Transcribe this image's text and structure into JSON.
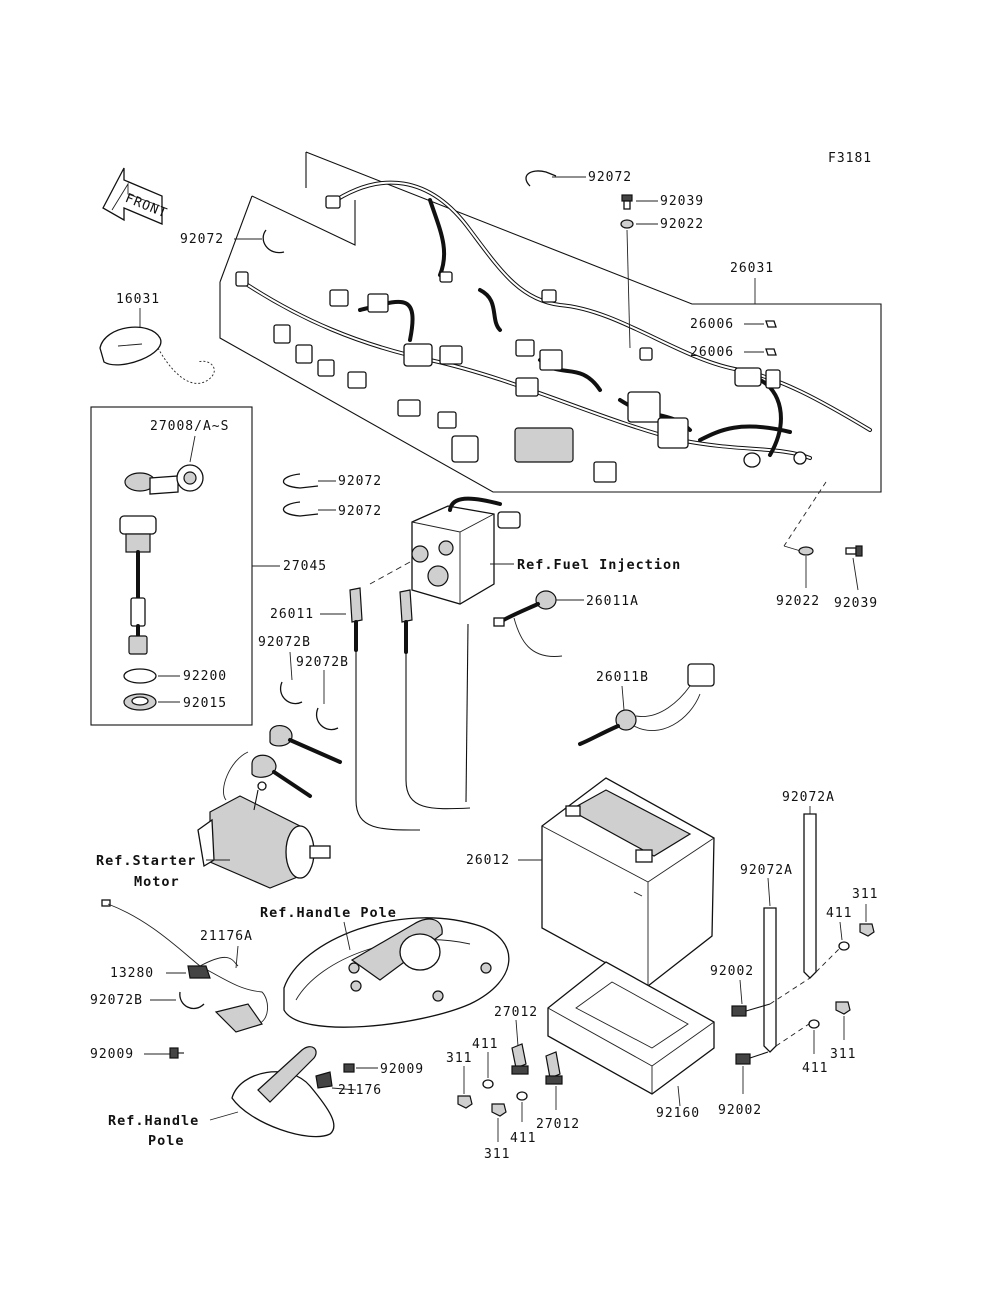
{
  "figure_code": "F3181",
  "front_arrow": {
    "label": "FRONT"
  },
  "parts": {
    "p92072_top": "92072",
    "p92039_top": "92039",
    "p92022_top": "92022",
    "p26031": "26031",
    "p26006_a": "26006",
    "p26006_b": "26006",
    "p92072_left": "92072",
    "p16031": "16031",
    "p27008": "27008/A~S",
    "p27045": "27045",
    "p92200": "92200",
    "p92015": "92015",
    "p92072_c1": "92072",
    "p92072_c2": "92072",
    "ref_fuel": "Ref.Fuel Injection",
    "p26011": "26011",
    "p26011A": "26011A",
    "p92022_right": "92022",
    "p92039_right": "92039",
    "p92072B_a": "92072B",
    "p92072B_b": "92072B",
    "p26011B": "26011B",
    "p92072A_a": "92072A",
    "p92072A_b": "92072A",
    "p311_a": "311",
    "p411_a": "411",
    "p92002_a": "92002",
    "p26012": "26012",
    "ref_starter_1": "Ref.Starter",
    "ref_starter_2": "Motor",
    "ref_handle_1": "Ref.Handle Pole",
    "p21176A": "21176A",
    "p13280": "13280",
    "p92072B_c": "92072B",
    "p92009_a": "92009",
    "p92009_b": "92009",
    "p21176": "21176",
    "ref_handle_2a": "Ref.Handle",
    "ref_handle_2b": "Pole",
    "p27012_a": "27012",
    "p27012_b": "27012",
    "p411_b": "411",
    "p411_c": "411",
    "p311_b": "311",
    "p311_c": "311",
    "p92160": "92160",
    "p92002_b": "92002",
    "p411_d": "411",
    "p311_d": "311"
  }
}
